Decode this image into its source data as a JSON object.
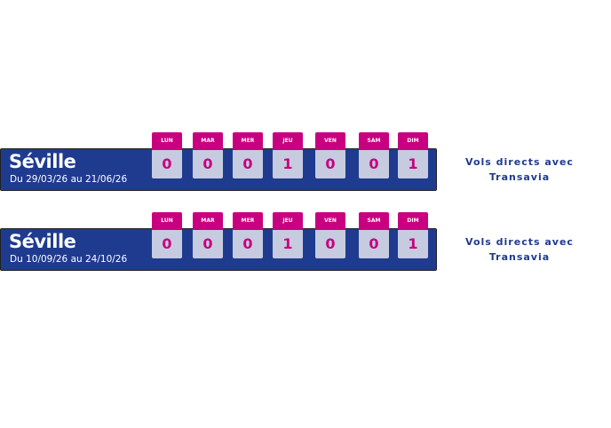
{
  "days": [
    "LUN",
    "MAR",
    "MER",
    "JEU",
    "VEN",
    "SAM",
    "DIM"
  ],
  "routes": [
    {
      "city": "Séville",
      "dates": "Du 29/03/26 au 21/06/26",
      "values": [
        "0",
        "0",
        "0",
        "1",
        "0",
        "0",
        "1"
      ],
      "note_line1": "Vols directs avec",
      "note_line2": "Transavia"
    },
    {
      "city": "Séville",
      "dates": "Du 10/09/26 au 24/10/26",
      "values": [
        "0",
        "0",
        "0",
        "1",
        "0",
        "0",
        "1"
      ],
      "note_line1": "Vols directs avec",
      "note_line2": "Transavia"
    }
  ],
  "colors": {
    "bar": "#1f3b8f",
    "accent": "#c8007f",
    "cell": "#c6cbe0"
  }
}
